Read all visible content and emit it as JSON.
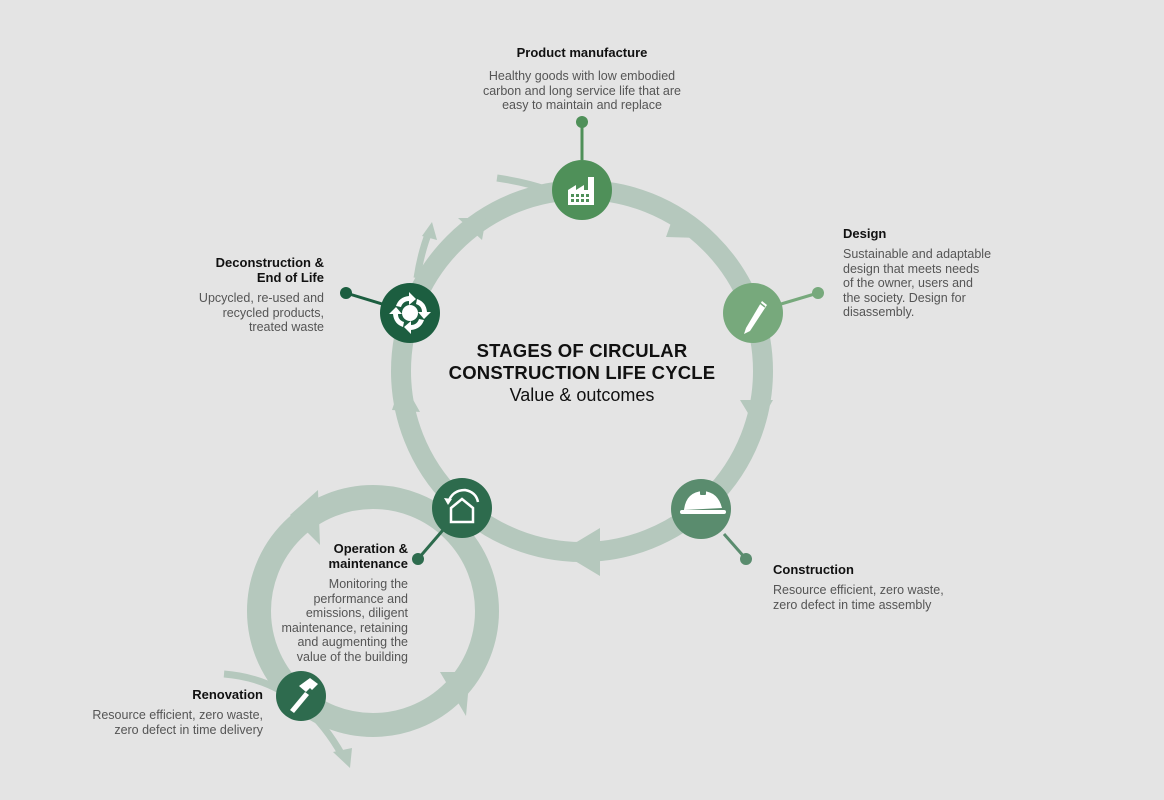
{
  "center": {
    "title_line1": "STAGES OF CIRCULAR",
    "title_line2": "CONSTRUCTION LIFE CYCLE",
    "subtitle": "Value & outcomes"
  },
  "stages": {
    "product_manufacture": {
      "title": "Product manufacture",
      "desc": "Healthy goods with low embodied\ncarbon and long service life that are\neasy to maintain and replace",
      "icon": "factory-icon",
      "color": "#4f9059"
    },
    "design": {
      "title": "Design",
      "desc": "Sustainable and adaptable\ndesign that meets needs\nof the owner, users and\nthe society. Design for\ndisassembly.",
      "icon": "pencil-icon",
      "color": "#77a97c"
    },
    "construction": {
      "title": "Construction",
      "desc": "Resource efficient, zero waste,\nzero defect in time assembly",
      "icon": "hard-hat-icon",
      "color": "#5a8c6e"
    },
    "operation": {
      "title": "Operation &\nmaintenance",
      "desc": "Monitoring the\nperformance and\nemissions, diligent\nmaintenance, retaining\nand augmenting the\nvalue of the building",
      "icon": "house-cycle-icon",
      "color": "#2d6b4d"
    },
    "renovation": {
      "title": "Renovation",
      "desc": "Resource efficient, zero waste,\nzero defect in time delivery",
      "icon": "hammer-icon",
      "color": "#2e6b4e"
    },
    "deconstruction": {
      "title": "Deconstruction &\nEnd of Life",
      "desc": "Upcycled, re-used and\nrecycled products,\ntreated waste",
      "icon": "recycle-arrows-icon",
      "color": "#1c5e40"
    }
  },
  "colors": {
    "background": "#e4e4e4",
    "ring": "#b5c8bd"
  }
}
